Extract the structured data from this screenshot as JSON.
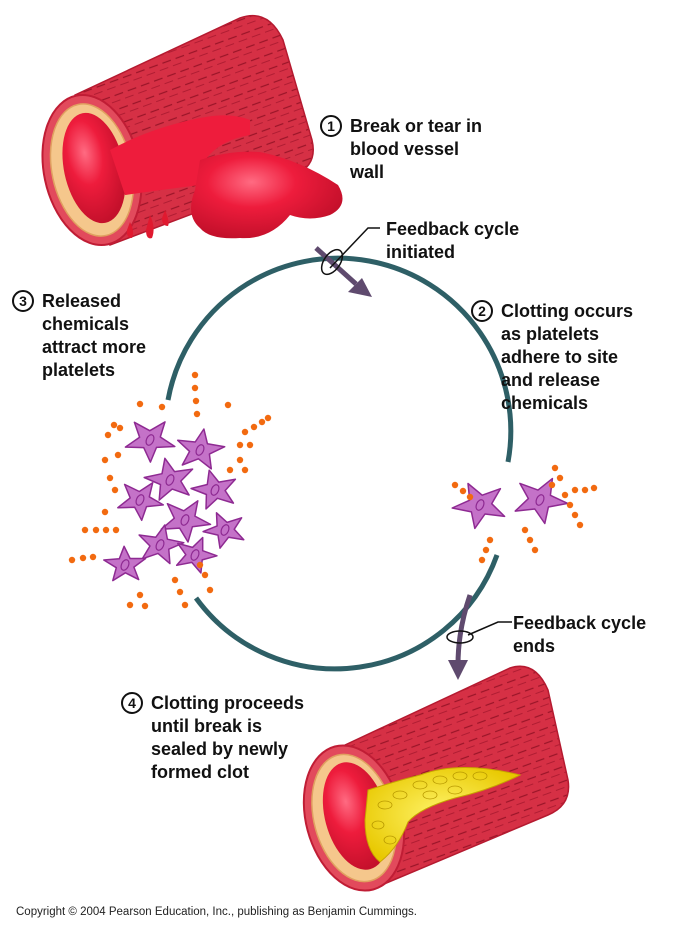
{
  "title": "Positive feedback: blood clotting",
  "steps": [
    {
      "number": "1",
      "text": "Break or tear in\nblood vessel\nwall"
    },
    {
      "number": "2",
      "text": "Clotting occurs\nas platelets\nadhere to site\nand release\nchemicals"
    },
    {
      "number": "3",
      "text": "Released\nchemicals\nattract more\nplatelets"
    },
    {
      "number": "4",
      "text": "Clotting proceeds\nuntil break is\nsealed by newly\nformed clot"
    }
  ],
  "annotations": {
    "cycle_start": "Feedback cycle\ninitiated",
    "cycle_end": "Feedback cycle\nends"
  },
  "copyright": "Copyright © 2004 Pearson Education, Inc., publishing as Benjamin Cummings.",
  "colors": {
    "vessel": "#d9263f",
    "vessel_dark": "#a3122a",
    "blood": "#ee1c3c",
    "wall_tissue": "#f5c78c",
    "clot": "#f7e01a",
    "platelet": "#c472c8",
    "platelet_edge": "#8e2a92",
    "chemical_dot": "#f26a10",
    "cycle_ring": "#2e5f66",
    "arrow": "#5f4a6e"
  }
}
